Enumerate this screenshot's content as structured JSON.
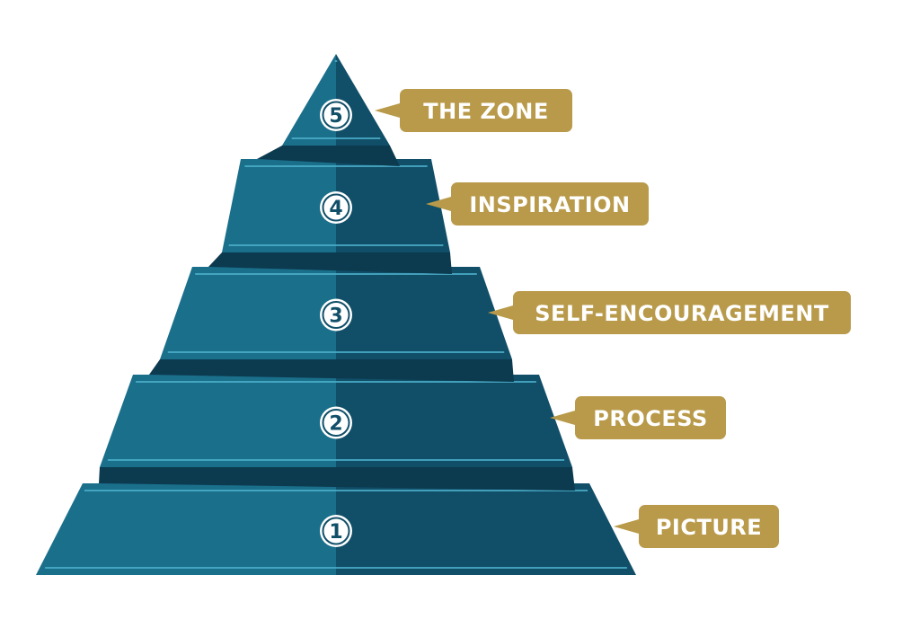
{
  "colors": {
    "tier_left": "#1a6f8b",
    "tier_right": "#114f69",
    "tier_shadow": "#0c3a4f",
    "tier_line": "#4fb3cf",
    "label_bg": "#b89a4a",
    "label_text": "#ffffff",
    "number_ring": "#ffffff",
    "number_text": "#114f69"
  },
  "levels": [
    {
      "number": "5",
      "label": "THE ZONE"
    },
    {
      "number": "4",
      "label": "INSPIRATION"
    },
    {
      "number": "3",
      "label": "SELF-ENCOURAGEMENT"
    },
    {
      "number": "2",
      "label": "PROCESS"
    },
    {
      "number": "1",
      "label": "PICTURE"
    }
  ]
}
